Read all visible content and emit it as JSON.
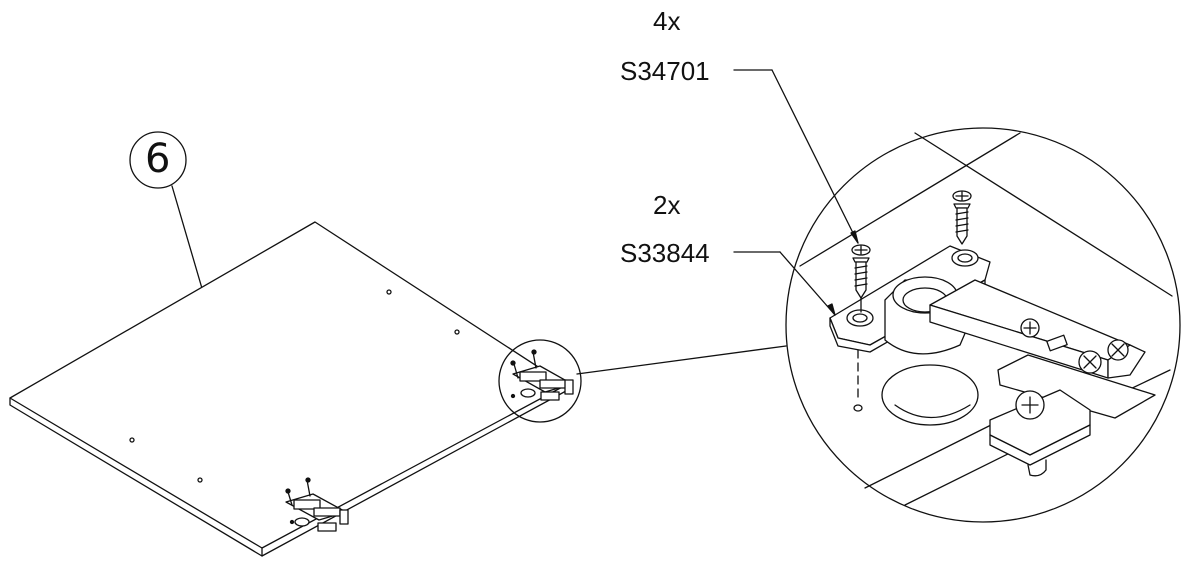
{
  "step": {
    "number": "6"
  },
  "parts": [
    {
      "quantity": "4x",
      "code": "S34701",
      "icon": "screw-icon"
    },
    {
      "quantity": "2x",
      "code": "S33844",
      "icon": "hinge-icon"
    }
  ],
  "colors": {
    "line": "#111111",
    "background": "#ffffff"
  }
}
